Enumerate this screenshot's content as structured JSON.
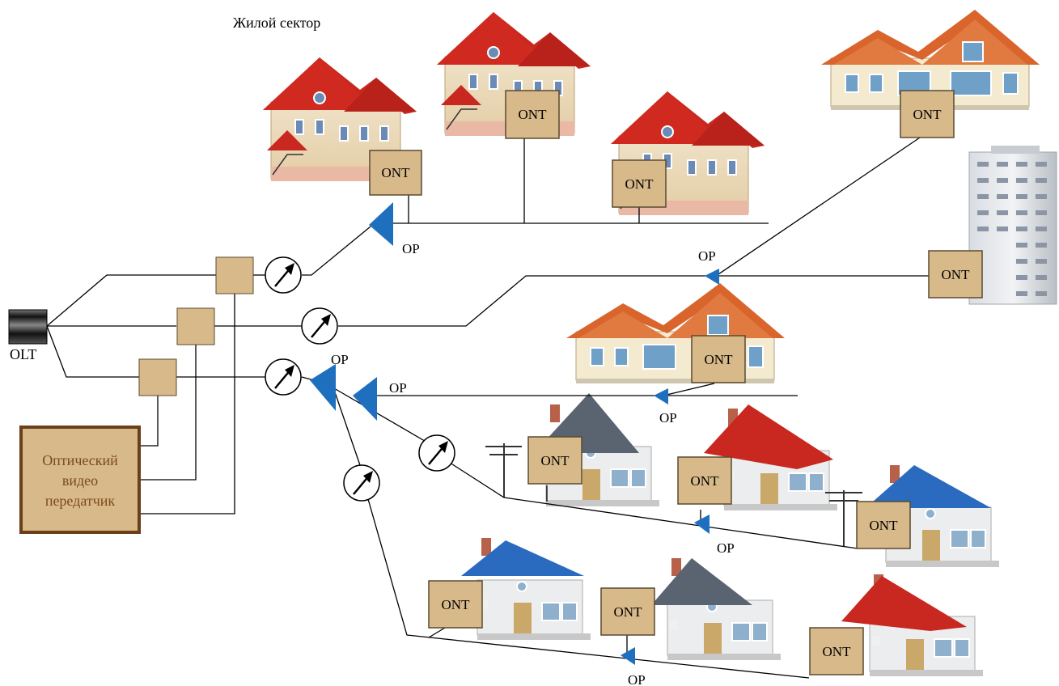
{
  "title": "Жилой сектор",
  "olt_label": "OLT",
  "ont_label": "ONT",
  "splitter_label": "ОР",
  "video_transmitter": {
    "line1": "Оптический",
    "line2": "видео",
    "line3": "передатчик"
  },
  "colors": {
    "splitter": "#1f6fbf",
    "ont_box": "#d8b98a",
    "ont_border": "#5a4a30",
    "coupler_box": "#d8b98a",
    "transmitter_fill": "#d8b98a",
    "transmitter_border": "#6b3f18",
    "transmitter_text": "#7a4a1c",
    "roof_red": "#c8281f",
    "roof_orange": "#d9642c",
    "roof_blue": "#2a6bbf",
    "roof_gray": "#5a6470"
  }
}
